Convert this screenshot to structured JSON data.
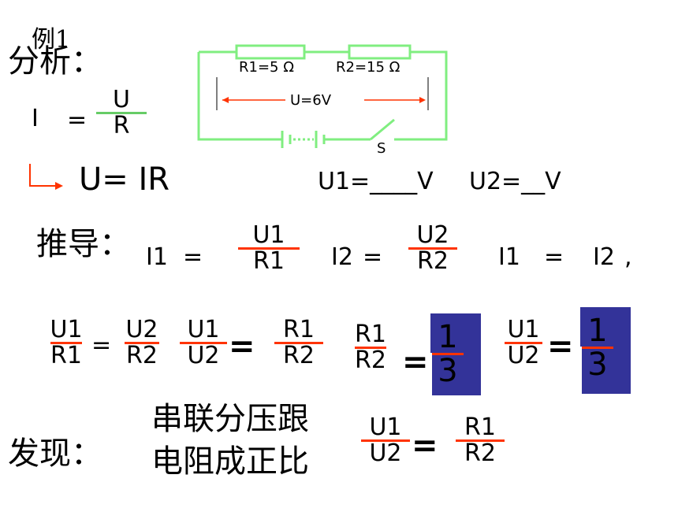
{
  "example_label": "例1",
  "analysis_label": "分析：",
  "ohm": {
    "I": "I",
    "eq": "=",
    "num": "U",
    "den": "R"
  },
  "derived": {
    "text": "U= IR"
  },
  "circuit": {
    "r1_label": "R1=5 Ω",
    "r2_label": "R2=15  Ω",
    "u_label": "U=6V",
    "switch_label": "S",
    "wire_color": "#80ee80",
    "arrow_color": "#ff3300"
  },
  "blanks": {
    "u1": "U1=____V",
    "u2": "U2=__V"
  },
  "derivation_label": "推导：",
  "row1": {
    "i1": "I1",
    "eq1": "=",
    "f1_num": "U1",
    "f1_den": "R1",
    "i2": "I2",
    "eq2": "=",
    "f2_num": "U2",
    "f2_den": "R2",
    "i1b": "I1",
    "eq3": "=",
    "i2b": "I2",
    "comma": ","
  },
  "row2": {
    "a_num": "U1",
    "a_den": "R1",
    "eq": "=",
    "b_num": "U2",
    "b_den": "R2",
    "c_num": "U1",
    "c_den": "U2",
    "eq2": "=",
    "d_num": "R1",
    "d_den": "R2",
    "e_num": "R1",
    "e_den": "R2",
    "eq3": "=",
    "one_third_num": "1",
    "one_third_den": "3",
    "f_num": "U1",
    "f_den": "U2",
    "eq4": "=",
    "g_num": "1",
    "g_den": "3"
  },
  "finding_label": "发现：",
  "conclusion": {
    "line1": "串联分压跟",
    "line2": "电阻成正比"
  },
  "final": {
    "num1": "U1",
    "den1": "U2",
    "eq": "=",
    "num2": "R1",
    "den2": "R2"
  },
  "colors": {
    "accent_box": "#333399",
    "red": "#ff3300",
    "green": "#80ee80"
  }
}
